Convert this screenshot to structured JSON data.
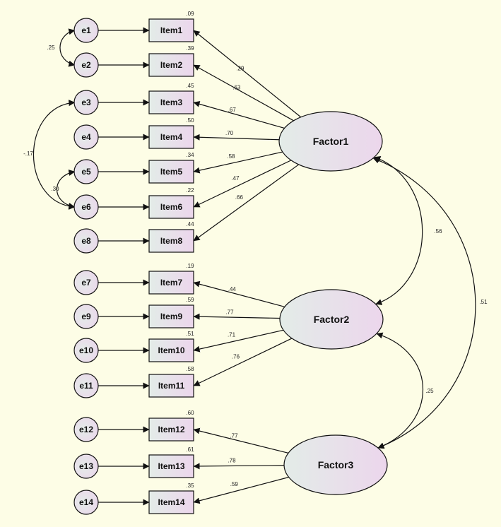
{
  "colors": {
    "background": "#fdfde6",
    "node_fill_light": "#e3ece8",
    "node_fill_pink": "#ecd6ec",
    "stroke": "#111111"
  },
  "items": [
    {
      "name": "Item1",
      "error": "e1",
      "r2": ".09",
      "factor": "Factor1",
      "loading": ".29"
    },
    {
      "name": "Item2",
      "error": "e2",
      "r2": ".39",
      "factor": "Factor1",
      "loading": ".63"
    },
    {
      "name": "Item3",
      "error": "e3",
      "r2": ".45",
      "factor": "Factor1",
      "loading": ".67"
    },
    {
      "name": "Item4",
      "error": "e4",
      "r2": ".50",
      "factor": "Factor1",
      "loading": ".70"
    },
    {
      "name": "Item5",
      "error": "e5",
      "r2": ".34",
      "factor": "Factor1",
      "loading": ".58"
    },
    {
      "name": "Item6",
      "error": "e6",
      "r2": ".22",
      "factor": "Factor1",
      "loading": ".47"
    },
    {
      "name": "Item8",
      "error": "e8",
      "r2": ".44",
      "factor": "Factor1",
      "loading": ".66"
    },
    {
      "name": "Item7",
      "error": "e7",
      "r2": ".19",
      "factor": "Factor2",
      "loading": ".44"
    },
    {
      "name": "Item9",
      "error": "e9",
      "r2": ".59",
      "factor": "Factor2",
      "loading": ".77"
    },
    {
      "name": "Item10",
      "error": "e10",
      "r2": ".51",
      "factor": "Factor2",
      "loading": ".71"
    },
    {
      "name": "Item11",
      "error": "e11",
      "r2": ".58",
      "factor": "Factor2",
      "loading": ".76"
    },
    {
      "name": "Item12",
      "error": "e12",
      "r2": ".60",
      "factor": "Factor3",
      "loading": ".77"
    },
    {
      "name": "Item13",
      "error": "e13",
      "r2": ".61",
      "factor": "Factor3",
      "loading": ".78"
    },
    {
      "name": "Item14",
      "error": "e14",
      "r2": ".35",
      "factor": "Factor3",
      "loading": ".59"
    }
  ],
  "factors": [
    "Factor1",
    "Factor2",
    "Factor3"
  ],
  "error_covariances": [
    {
      "from": "e1",
      "to": "e2",
      "value": ".25"
    },
    {
      "from": "e3",
      "to": "e6",
      "value": "-.17"
    },
    {
      "from": "e5",
      "to": "e6",
      "value": ".30"
    }
  ],
  "factor_covariances": [
    {
      "from": "Factor1",
      "to": "Factor2",
      "value": ".56"
    },
    {
      "from": "Factor2",
      "to": "Factor3",
      "value": ".25"
    },
    {
      "from": "Factor1",
      "to": "Factor3",
      "value": ".51"
    }
  ]
}
